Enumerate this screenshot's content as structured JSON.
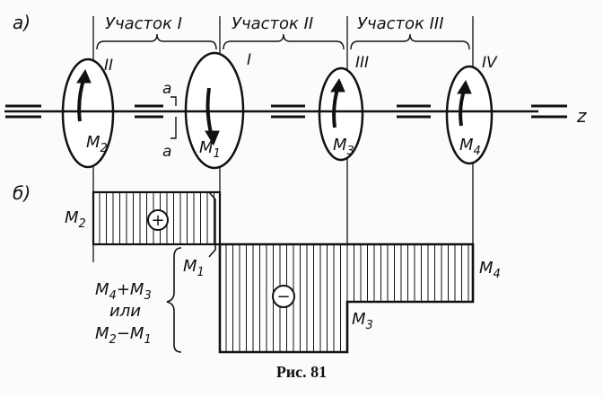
{
  "part_labels": {
    "a": "а)",
    "b": "б)"
  },
  "sections": [
    "Участок I",
    "Участок II",
    "Участок III"
  ],
  "pulleys": [
    {
      "roman": "II",
      "moment": "M",
      "sub": "2"
    },
    {
      "roman": "I",
      "moment": "M",
      "sub": "1"
    },
    {
      "roman": "III",
      "moment": "M",
      "sub": "3"
    },
    {
      "roman": "IV",
      "moment": "M",
      "sub": "4"
    }
  ],
  "section_mark": "a",
  "shaft_label": "z",
  "signs": {
    "plus": "+",
    "minus": "−"
  },
  "diagram_labels": {
    "m2": {
      "main": "M",
      "sub": "2"
    },
    "m1": {
      "main": "M",
      "sub": "1"
    },
    "m4": {
      "main": "M",
      "sub": "4"
    },
    "m3": {
      "main": "M",
      "sub": "3"
    },
    "sum_line1_a": "M",
    "sum_line1_a_sub": "4",
    "sum_line1_b": "+M",
    "sum_line1_b_sub": "3",
    "sum_or": "или",
    "sum_line3_a": "M",
    "sum_line3_a_sub": "2",
    "sum_line3_b": "−M",
    "sum_line3_b_sub": "1"
  },
  "caption": "Рис. 81",
  "ink_color": "#111111"
}
